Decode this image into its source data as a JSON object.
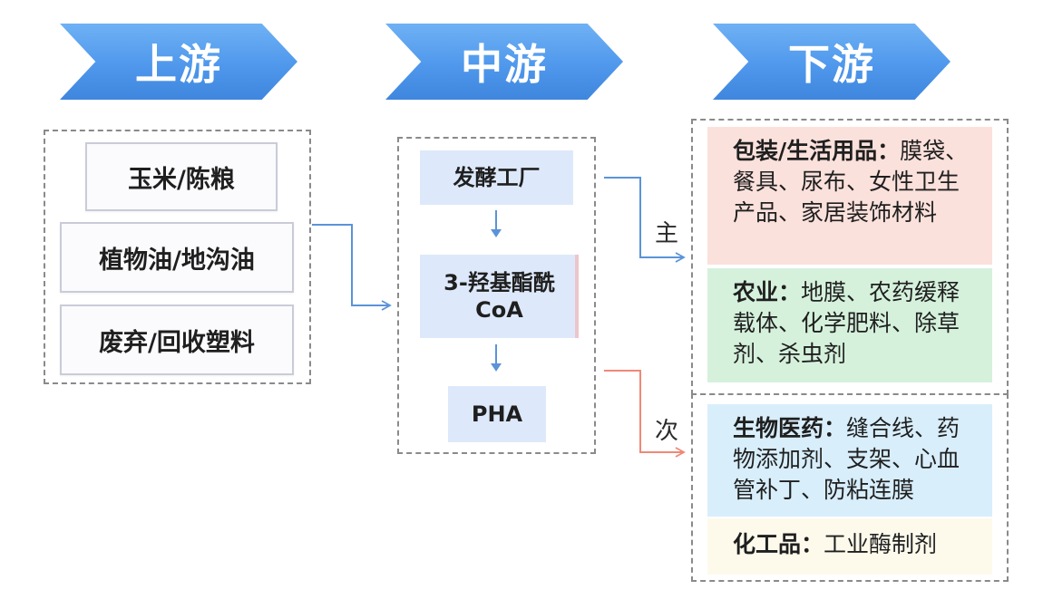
{
  "stages": {
    "upstream": "上游",
    "midstream": "中游",
    "downstream": "下游"
  },
  "upstream": {
    "materials": [
      "玉米/陈粮",
      "植物油/地沟油",
      "废弃/回收塑料"
    ]
  },
  "midstream": {
    "steps": [
      {
        "lines": [
          "发酵工厂"
        ]
      },
      {
        "lines": [
          "3-羟基酯酰",
          "CoA"
        ]
      },
      {
        "lines": [
          "PHA"
        ]
      }
    ]
  },
  "flows": {
    "main_label": "主",
    "main_color": "#5b93d8",
    "secondary_label": "次",
    "secondary_color": "#ef8877"
  },
  "downstream": {
    "primary": [
      {
        "category": "包装/生活用品：",
        "items": "膜袋、餐具、尿布、女性卫生产品、家居装饰材料",
        "color": "#fbe1dc"
      },
      {
        "category": "农业：",
        "items": "地膜、农药缓释载体、化学肥料、除草剂、杀虫剂",
        "color": "#d5f1dc"
      }
    ],
    "secondary": [
      {
        "category": "生物医药：",
        "items": "缝合线、药物添加剂、支架、心血管补丁、防粘连膜",
        "color": "#d8eefb"
      },
      {
        "category": "化工品：",
        "items": "工业酶制剂",
        "color": "#fdfaec"
      }
    ]
  },
  "colors": {
    "chevron": "#4f98ec",
    "process_box": "#dde9fa",
    "frame_border": "#8a8a8a"
  }
}
